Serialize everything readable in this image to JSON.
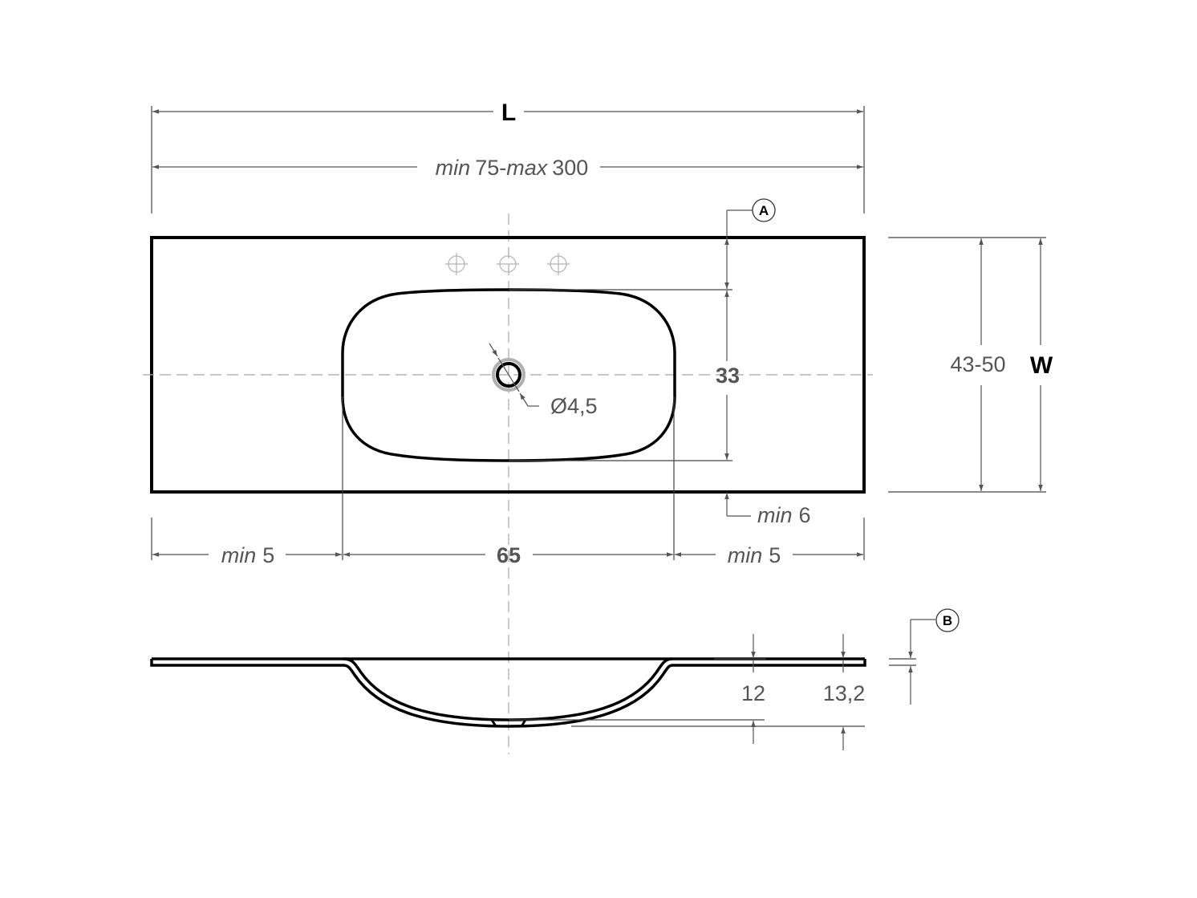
{
  "drawing": {
    "subject": "Washbasin countertop with integrated basin",
    "plan_view": {
      "length_symbol": "L",
      "length_range": {
        "prefix_min": "min",
        "min": "75",
        "separator": "-",
        "prefix_max": "max",
        "max": "300"
      },
      "width_symbol": "W",
      "width_range": "43-50",
      "basin_depth_dim": "33",
      "basin_length_dim": "65",
      "left_margin": {
        "prefix": "min",
        "value": "5"
      },
      "right_margin": {
        "prefix": "min",
        "value": "5"
      },
      "front_margin": {
        "prefix": "min",
        "value": "6"
      },
      "drain_diameter": "Ø4,5",
      "tap_holes": 3,
      "callout_a": "A"
    },
    "section_view": {
      "basin_depth_inner": "12",
      "basin_depth_outer": "13,2",
      "callout_b": "B"
    }
  }
}
